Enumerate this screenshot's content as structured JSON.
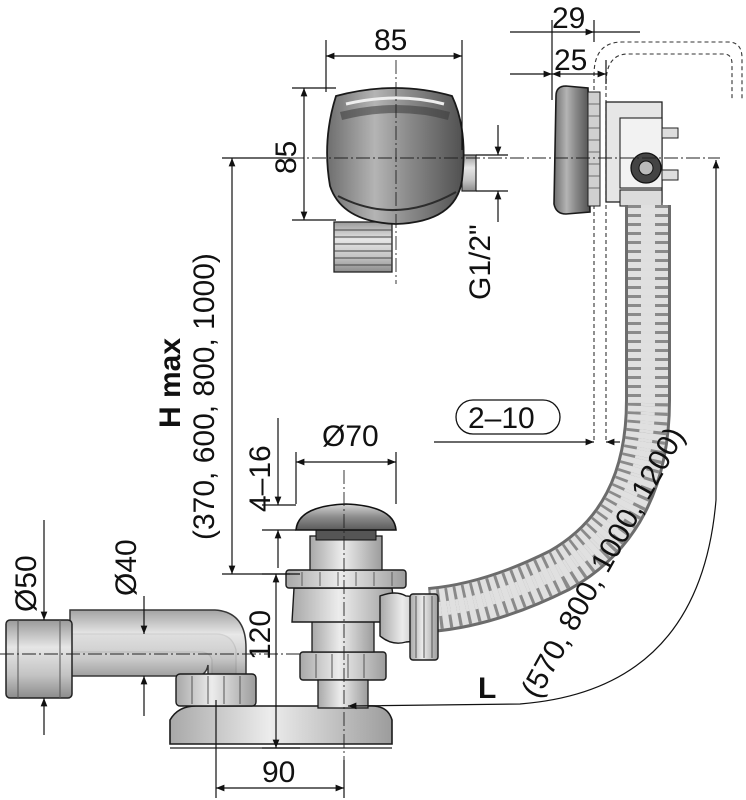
{
  "diagram": {
    "dimensions": {
      "box_width": "85",
      "box_height": "85",
      "overflow_depth_outer": "29",
      "overflow_depth_inner": "25",
      "thread": "G1/2\"",
      "h_max": "H max",
      "h_values": "(370, 600, 800, 1000)",
      "wall_thickness": "2–10",
      "plug_diameter": "Ø70",
      "plug_travel": "4–16",
      "outlet_outer_diameter": "Ø50",
      "outlet_inner_diameter": "Ø40",
      "trap_height": "120",
      "trap_offset": "90",
      "l_label": "L",
      "l_values": "(570, 800, 1000, 1200)"
    },
    "colors": {
      "metal_dark": "#5f5f5f",
      "metal_light": "#c8c8c8",
      "plastic": "#e0e0e0",
      "line": "#111111"
    }
  }
}
